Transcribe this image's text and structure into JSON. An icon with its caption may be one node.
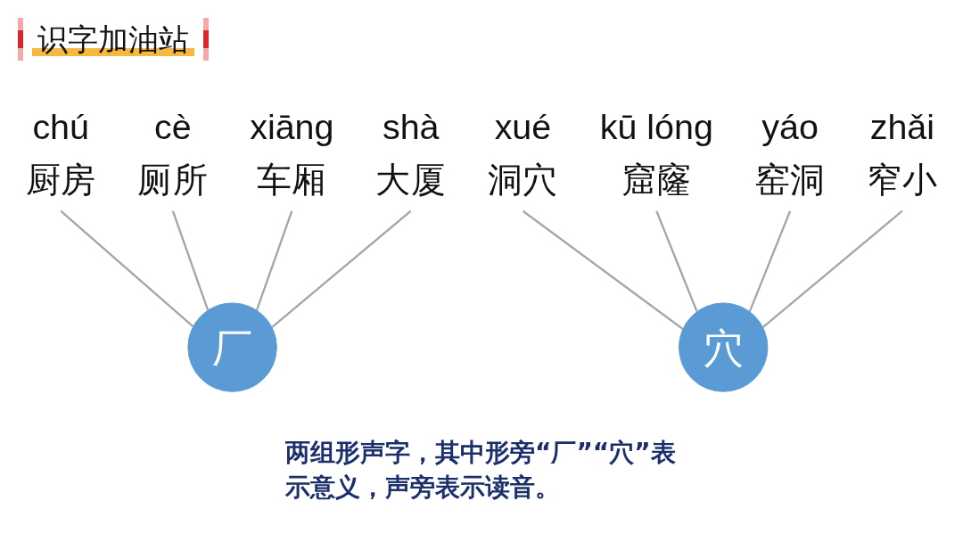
{
  "diagram": {
    "title": "识字加油站",
    "nodes": [
      {
        "text": [
          "厨房"
        ],
        "beside": [
          "chú"
        ]
      },
      {
        "text": [
          "厕所"
        ],
        "beside": [
          "cè"
        ]
      },
      {
        "text": [
          "车厢"
        ],
        "beside": [
          "xiāng"
        ]
      },
      {
        "text": [
          "大厦"
        ],
        "beside": [
          "shà"
        ]
      },
      {
        "text": [
          "厂"
        ]
      },
      {
        "text": [
          "洞穴"
        ],
        "beside": [
          "xué"
        ]
      },
      {
        "text": [
          "窟窿"
        ],
        "beside": [
          "kū lóng"
        ]
      },
      {
        "text": [
          "窑洞"
        ],
        "beside": [
          "yáo"
        ]
      },
      {
        "text": [
          "窄小"
        ],
        "beside": [
          "zhǎi"
        ]
      },
      {
        "text": [
          "穴"
        ]
      }
    ],
    "edges": [
      {
        "from": 4,
        "to": 0,
        "arrow": "none"
      },
      {
        "from": 4,
        "to": 1,
        "arrow": "none"
      },
      {
        "from": 4,
        "to": 2,
        "arrow": "none"
      },
      {
        "from": 4,
        "to": 3,
        "arrow": "none"
      },
      {
        "from": 9,
        "to": 5,
        "arrow": "none"
      },
      {
        "from": 9,
        "to": 6,
        "arrow": "none"
      },
      {
        "from": 9,
        "to": 7,
        "arrow": "none"
      },
      {
        "from": 9,
        "to": 8,
        "arrow": "none"
      }
    ],
    "labels": [
      "两组形声字，其中形旁“厂”“穴”表示意义，声旁表示读音。"
    ]
  }
}
